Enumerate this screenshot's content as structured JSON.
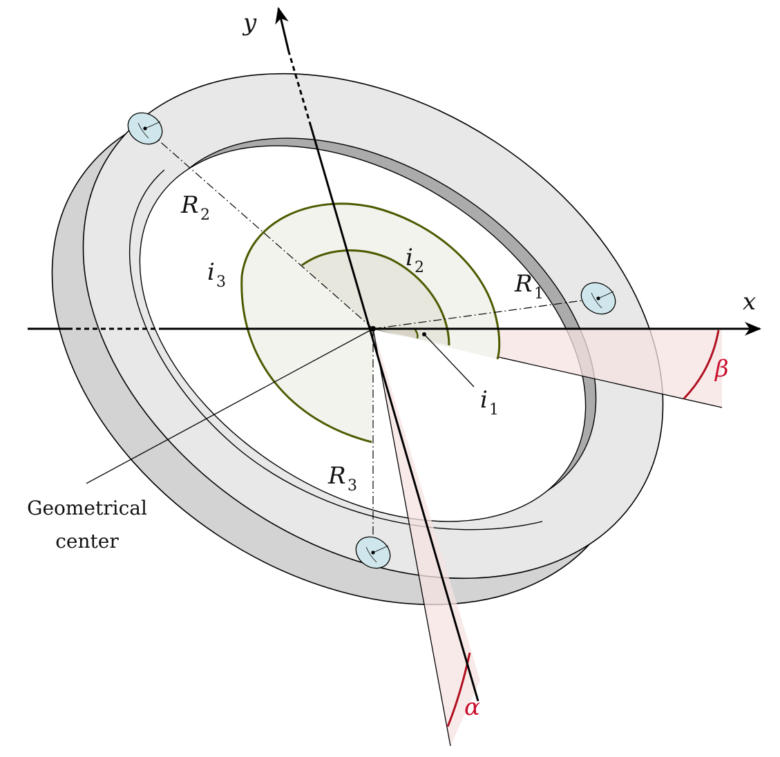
{
  "labels": {
    "x_axis": "x",
    "y_axis": "y",
    "r1": "R",
    "r1_sub": "1",
    "r2": "R",
    "r2_sub": "2",
    "r3": "R",
    "r3_sub": "3",
    "i1": "i",
    "i1_sub": "1",
    "i2": "i",
    "i2_sub": "2",
    "i3": "i",
    "i3_sub": "3",
    "alpha": "α",
    "beta": "β",
    "geometrical_center_line1": "Geometrical",
    "geometrical_center_line2": "center"
  },
  "colors": {
    "ring_face": "#e8e8e8",
    "ring_side": "#d3d3d3",
    "ring_inner_wall": "#ababab",
    "arc_olive": "#4e5a00",
    "sector_fill": "#eceae0",
    "angle_fill": "#f9ecec",
    "angle_arc": "#b01020",
    "hole_fill": "#cfe7ec",
    "axis": "#000000"
  }
}
